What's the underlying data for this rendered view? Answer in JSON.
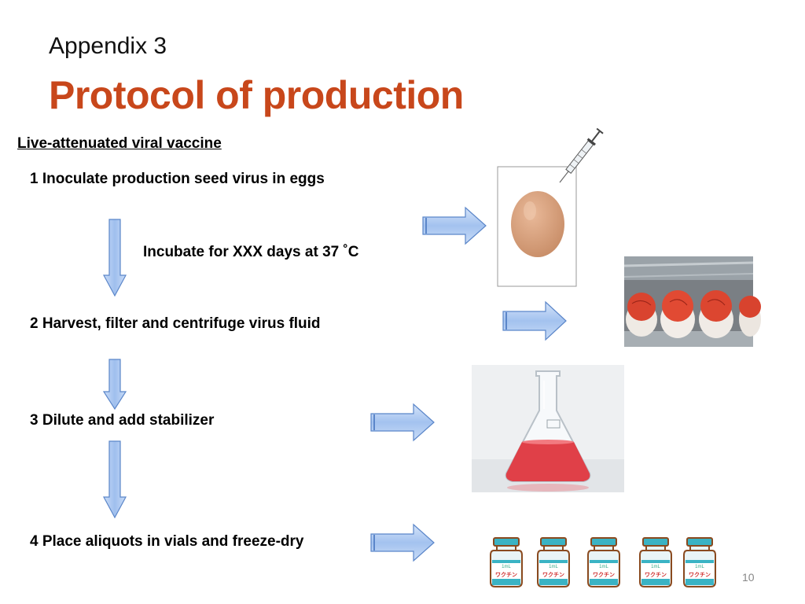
{
  "slide": {
    "appendix_label": "Appendix 3",
    "title": "Protocol of production",
    "subtitle": "Live-attenuated viral vaccine",
    "steps": [
      {
        "text": "1  Inoculate production seed virus in eggs"
      },
      {
        "text": "2  Harvest, filter and centrifuge  virus fluid"
      },
      {
        "text": "3  Dilute and add stabilizer"
      },
      {
        "text": "4  Place aliquots in vials and freeze-dry"
      }
    ],
    "incubation_note": "Incubate for XXX days at 37 ˚C",
    "page_number": "10"
  },
  "images": {
    "vial_label_top": "1mL",
    "vial_label_bottom": "ワクチン"
  },
  "colors": {
    "title": "#c8471b",
    "arrow_fill": "#a9c6f0",
    "arrow_stroke": "#5b86c9",
    "liquid": "#e04048"
  }
}
